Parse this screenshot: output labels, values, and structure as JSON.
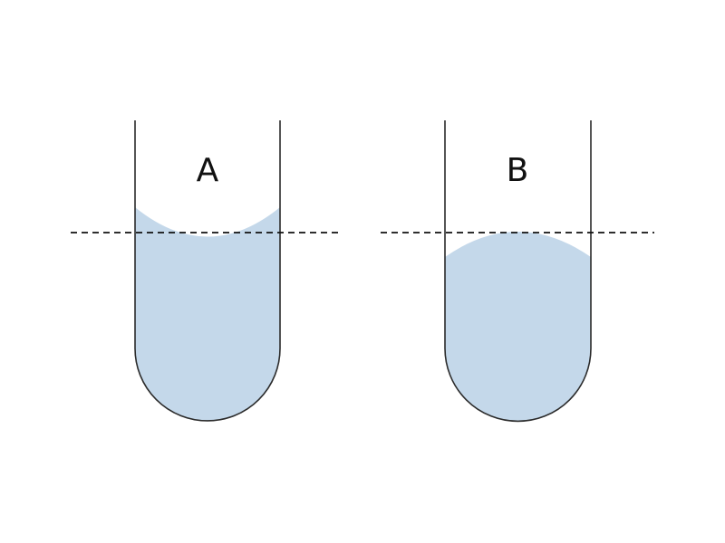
{
  "tubes": [
    {
      "label": "A",
      "meniscus": "concave"
    },
    {
      "label": "B",
      "meniscus": "convex"
    }
  ],
  "colors": {
    "liquid": "#c4d8ea",
    "outline": "#2b2b2b",
    "reference_line": "#111111",
    "background": "#ffffff"
  }
}
